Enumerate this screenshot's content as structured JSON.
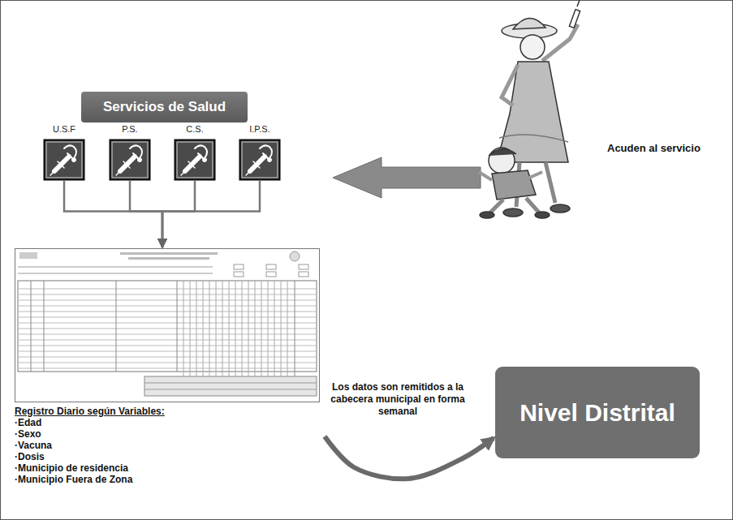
{
  "diagram": {
    "nodes": [
      {
        "text": [
          "Servicios de Salud"
        ]
      },
      {
        "text": [
          "U.S.F"
        ]
      },
      {
        "text": [
          "P.S."
        ]
      },
      {
        "text": [
          "C.S."
        ]
      },
      {
        "text": [
          "I.P.S."
        ]
      },
      {
        "text": [
          "Registro Diario según Variables:",
          "·Edad",
          "·Sexo",
          "·Vacuna",
          "·Dosis",
          "·Municipio de residencia",
          "·Municipio Fuera de Zona"
        ]
      },
      {
        "text": [
          "Nivel Distrital"
        ]
      }
    ],
    "edges": [
      {
        "from": 1,
        "to": 5,
        "arrow": "to"
      },
      {
        "from": 2,
        "to": 5,
        "arrow": "to"
      },
      {
        "from": 3,
        "to": 5,
        "arrow": "to"
      },
      {
        "from": 4,
        "to": 5,
        "arrow": "to"
      },
      {
        "from": 5,
        "to": 6,
        "label": "Los datos son remitidos a la cabecera municipal en forma semanal",
        "arrow": "to"
      }
    ],
    "labels": [
      "Acuden al servicio"
    ]
  }
}
